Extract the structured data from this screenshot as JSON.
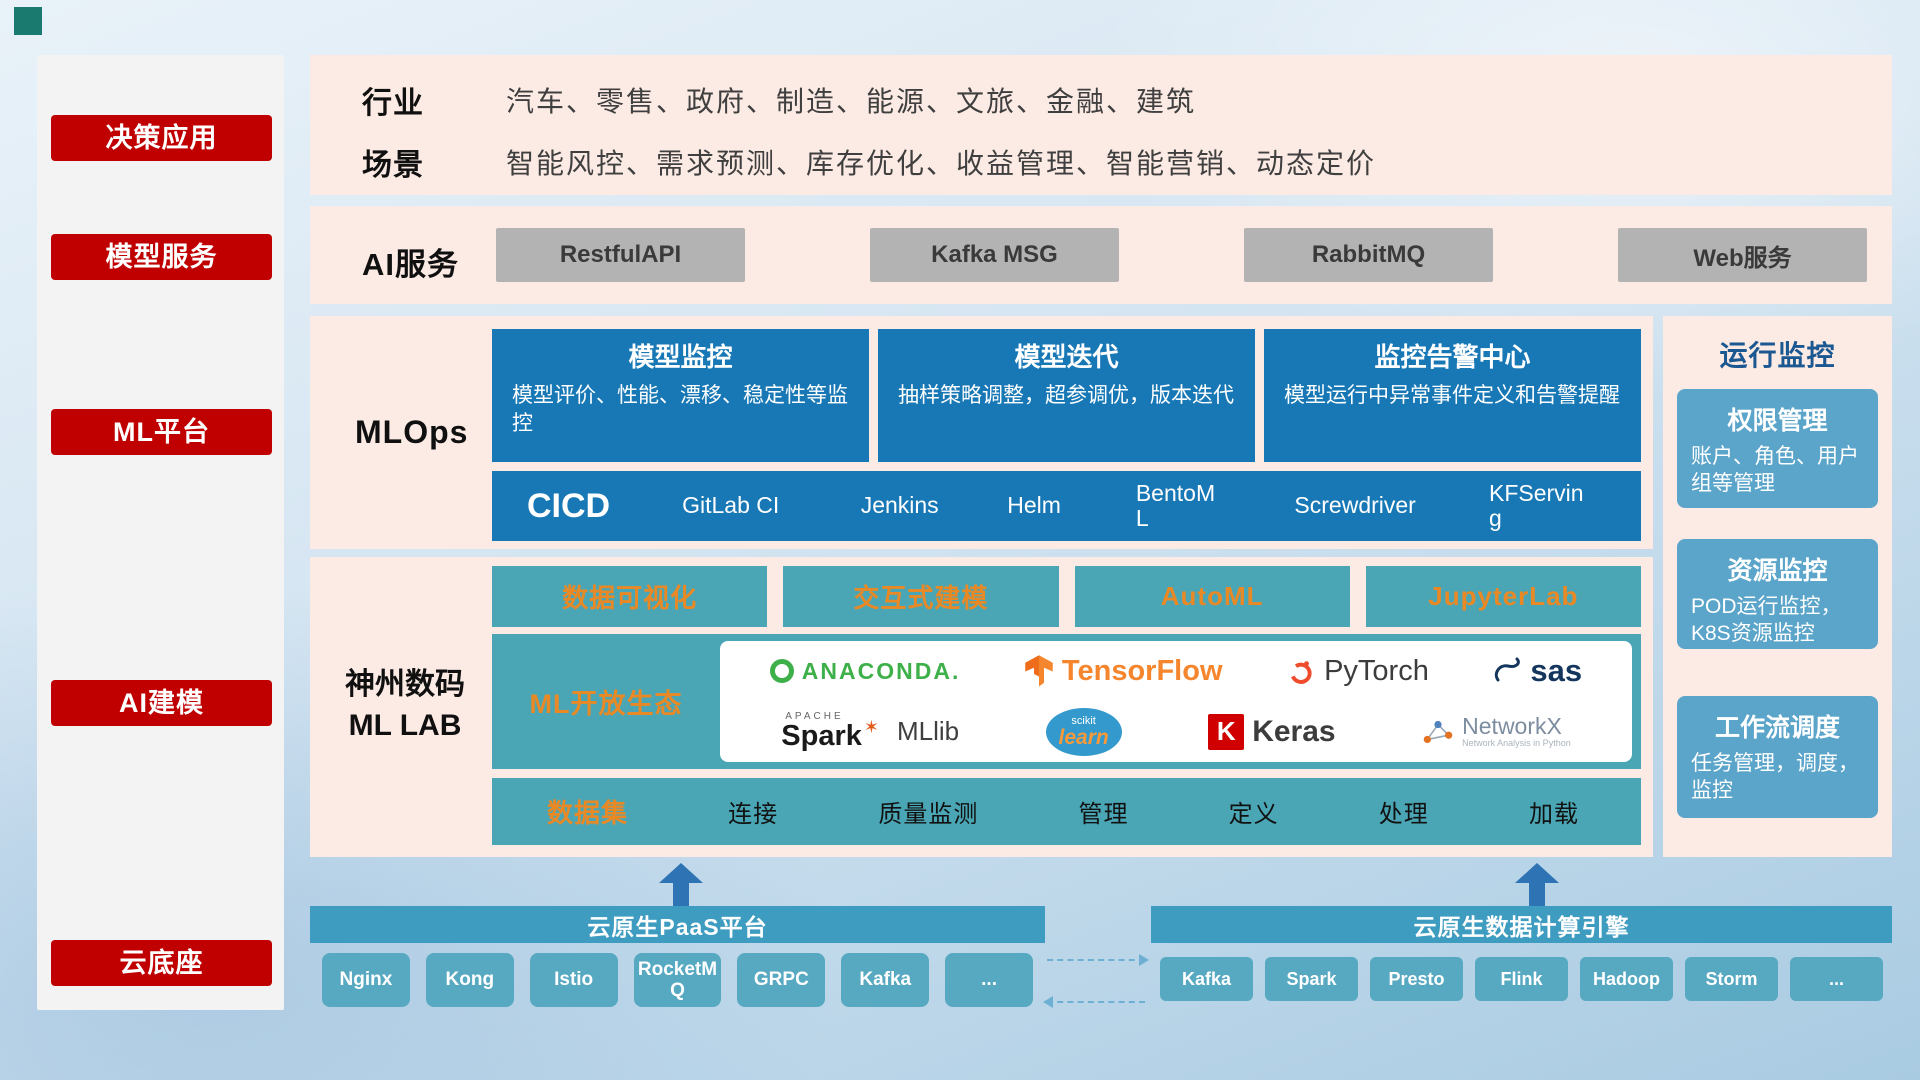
{
  "sidebar": {
    "items": [
      {
        "label": "决策应用"
      },
      {
        "label": "模型服务"
      },
      {
        "label": "ML平台"
      },
      {
        "label": "AI建模"
      },
      {
        "label": "云底座"
      }
    ]
  },
  "industry": {
    "row1_label": "行业",
    "row1_value": "汽车、零售、政府、制造、能源、文旅、金融、建筑",
    "row2_label": "场景",
    "row2_value": "智能风控、需求预测、库存优化、收益管理、智能营销、动态定价"
  },
  "ai_service": {
    "label": "AI服务",
    "buttons": [
      "RestfulAPI",
      "Kafka MSG",
      "RabbitMQ",
      "Web服务"
    ]
  },
  "mlops": {
    "label": "MLOps",
    "cards": [
      {
        "title": "模型监控",
        "desc": "模型评价、性能、漂移、稳定性等监控"
      },
      {
        "title": "模型迭代",
        "desc": "抽样策略调整，超参调优，版本迭代"
      },
      {
        "title": "监控告警中心",
        "desc": "模型运行中异常事件定义和告警提醒"
      }
    ],
    "cicd_label": "CICD",
    "cicd_tools": [
      "GitLab CI",
      "Jenkins",
      "Helm",
      "BentoML",
      "Screwdriver",
      "KFServing"
    ]
  },
  "monitoring": {
    "title": "运行监控",
    "cards": [
      {
        "title": "权限管理",
        "desc": "账户、角色、用户组等管理"
      },
      {
        "title": "资源监控",
        "desc": "POD运行监控，K8S资源监控"
      },
      {
        "title": "工作流调度",
        "desc": "任务管理，调度，监控"
      }
    ]
  },
  "mllab": {
    "label_line1": "神州数码",
    "label_line2": "ML LAB",
    "tools": [
      "数据可视化",
      "交互式建模",
      "AutoML",
      "JupyterLab"
    ],
    "ecosystem_label": "ML开放生态",
    "logos": {
      "anaconda": "ANACONDA.",
      "tensorflow": "TensorFlow",
      "pytorch": "PyTorch",
      "sas": "sas",
      "apache": "APACHE",
      "spark": "Spark",
      "mllib": "MLlib",
      "scikit": "scikit",
      "learn": "learn",
      "keras_initial": "K",
      "keras": "Keras",
      "networkx": "NetworkX",
      "networkx_sub": "Network Analysis in Python"
    },
    "dataset_label": "数据集",
    "dataset_items": [
      "连接",
      "质量监测",
      "管理",
      "定义",
      "处理",
      "加载"
    ]
  },
  "cloud": {
    "paas_title": "云原生PaaS平台",
    "paas_items": [
      "Nginx",
      "Kong",
      "Istio",
      "RocketMQ",
      "GRPC",
      "Kafka",
      "..."
    ],
    "engine_title": "云原生数据计算引擎",
    "engine_items": [
      "Kafka",
      "Spark",
      "Presto",
      "Flink",
      "Hadoop",
      "Storm",
      "..."
    ]
  },
  "colors": {
    "badge_red": "#c00000",
    "panel_pink": "#fcebe4",
    "card_blue": "#1878b6",
    "teal": "#4aa6b5",
    "monitor_blue": "#5ba4ca",
    "bar_teal": "#3e9cc0",
    "chip_teal": "#57a9c2",
    "accent_orange": "#e98926",
    "arrow_blue": "#2e74b5"
  }
}
